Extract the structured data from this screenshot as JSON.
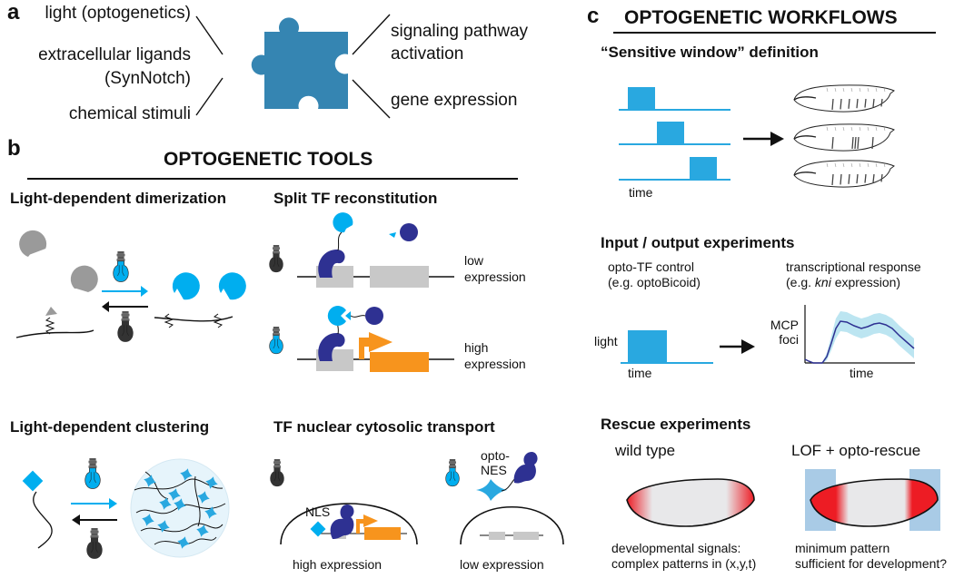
{
  "panel_a": {
    "letter": "a",
    "inputs": [
      "light (optogenetics)",
      "extracellular ligands",
      "(SynNotch)",
      "chemical stimuli"
    ],
    "outputs": [
      "signaling pathway",
      "activation",
      "gene expression"
    ],
    "puzzle_color": "#3585b2"
  },
  "panel_b": {
    "letter": "b",
    "title": "OPTOGENETIC TOOLS",
    "dimerization": {
      "title": "Light-dependent dimerization"
    },
    "split_tf": {
      "title": "Split TF reconstitution",
      "low_label": [
        "low",
        "expression"
      ],
      "high_label": [
        "high",
        "expression"
      ]
    },
    "clustering": {
      "title": "Light-dependent clustering"
    },
    "transport": {
      "title": "TF nuclear cytosolic transport",
      "nls_label": "NLS",
      "nes_label": [
        "opto-",
        "NES"
      ],
      "high_label": "high expression",
      "low_label": "low expression"
    }
  },
  "panel_c": {
    "letter": "c",
    "title": "OPTOGENETIC WORKFLOWS",
    "sensitive_window": {
      "title": "“Sensitive window” definition",
      "time_label": "time"
    },
    "io": {
      "title": "Input / output experiments",
      "input_label": [
        "opto-TF control",
        "(e.g. optoBicoid)"
      ],
      "output_label_pre": "transcriptional response",
      "output_label_line2_pre": "(e.g. ",
      "output_label_italic": "kni",
      "output_label_line2_post": " expression)",
      "light_label": "light",
      "time_label_in": "time",
      "y_label": [
        "MCP",
        "foci"
      ],
      "time_label_out": "time"
    },
    "rescue": {
      "title": "Rescue experiments",
      "wt_label": "wild type",
      "lof_label": "LOF + opto-rescue",
      "wt_caption": [
        "developmental signals:",
        "complex patterns in (x,y,t)"
      ],
      "lof_caption": [
        "minimum pattern",
        "sufficient for development?"
      ]
    }
  },
  "colors": {
    "light_blue": "#00aeef",
    "dark_navy": "#2e3192",
    "orange": "#f7941d",
    "gray": "#c8c8c8",
    "pulse_blue": "#29a8e0",
    "red": "#ed1c24",
    "rescue_bar": "#a9cbe6"
  }
}
